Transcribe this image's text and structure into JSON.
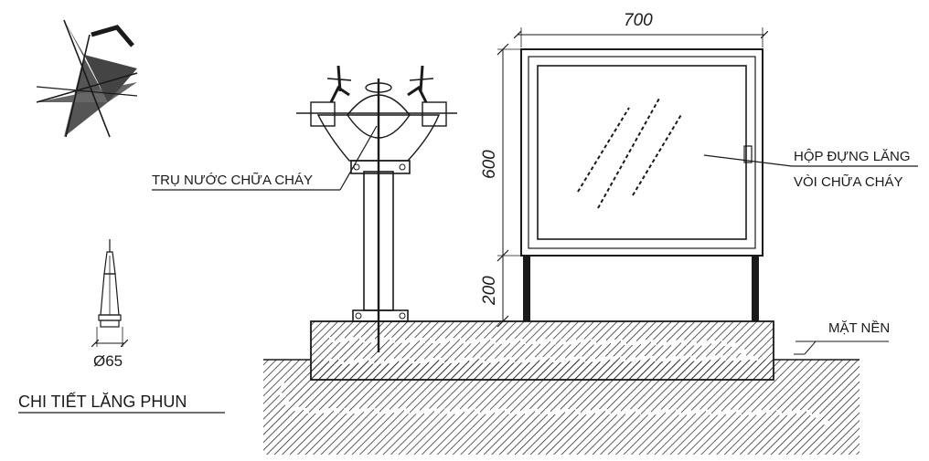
{
  "labels": {
    "hydrant": "TRỤ NƯỚC CHỮA CHÁY",
    "cabinet_line1": "HỘP ĐỰNG LĂNG",
    "cabinet_line2": "VÒI CHỮA CHÁY",
    "ground": "MẶT NỀN",
    "nozzle_diameter": "Ø65",
    "nozzle_caption": "CHI TIẾT LĂNG PHUN"
  },
  "dimensions": {
    "cabinet_width": "700",
    "cabinet_height": "600",
    "leg_height": "200"
  },
  "icons": {
    "logo": "fire-brigade-emblem-icon"
  }
}
